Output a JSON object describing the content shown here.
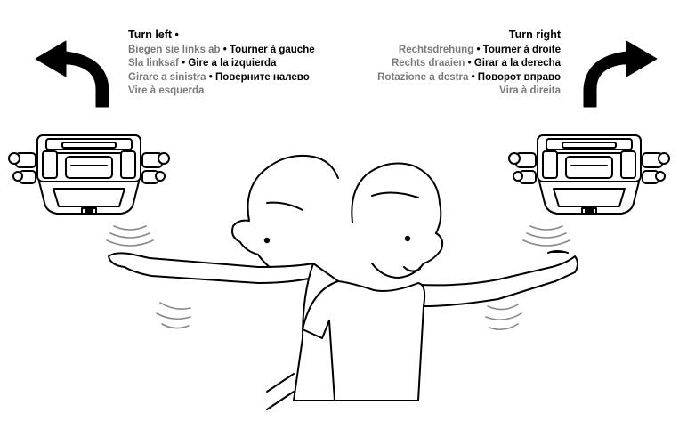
{
  "left_caption": {
    "title": "Turn left •",
    "line1_a": "Biegen sie links ab",
    "line1_b": "Tourner à gauche",
    "line2_a": "Sla linksaf",
    "line2_b": "Gire a la izquierda",
    "line3_a": "Girare a sinistra",
    "line3_b": "Поверните налево",
    "line4": "Vire à esquerda"
  },
  "right_caption": {
    "title": "Turn right",
    "line1_a": "Rechtsdrehung",
    "line1_b": "Tourner à droite",
    "line2_a": "Rechts draaien",
    "line2_b": "Girar a la derecha",
    "line3_a": "Rotazione a destra",
    "line3_b": "Поворот вправо",
    "line4": "Vira à direita"
  },
  "colors": {
    "ink": "#000000",
    "grey_text": "#7a7a7a",
    "background": "#ffffff"
  },
  "icons": [
    "turn-left-arrow-icon",
    "turn-right-arrow-icon",
    "robot-icon",
    "signal-waves-icon",
    "motion-lines-icon"
  ]
}
